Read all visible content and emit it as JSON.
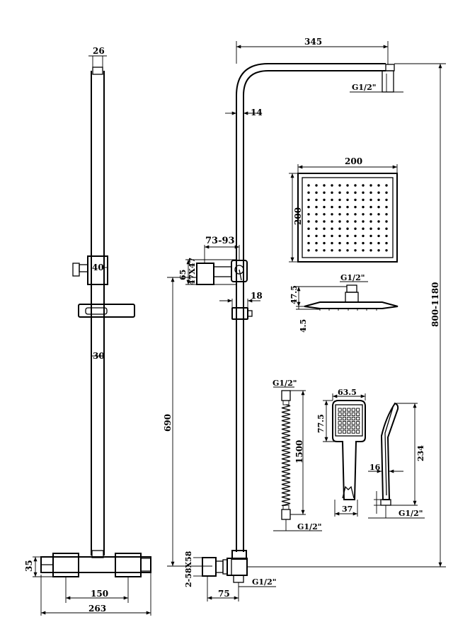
{
  "dimensions": {
    "riser_top_width": "26",
    "bracket_width": "40",
    "riser_diameter": "30",
    "valve_height": "35",
    "valve_centres": "150",
    "valve_width": "263",
    "arm_length": "345",
    "arm_connection": "G1/2\"",
    "pipe_diameter": "14",
    "bracket_projection": "73-93",
    "bracket_section": "47X47",
    "bracket_height": "65",
    "holder_width": "18",
    "riser_to_valve": "690",
    "overall_height": "800-1180",
    "inlet_spec": "2-58X58",
    "inlet_projection": "75",
    "outlet_connection": "G1/2\"",
    "head_width": "200",
    "head_depth": "200",
    "head_connection": "G1/2\"",
    "head_neck_height": "47.5",
    "head_thickness": "4.5",
    "hose_top_connection": "G1/2\"",
    "hose_length": "1500",
    "hose_bottom_connection": "G1/2\"",
    "handset_width": "63.5",
    "handset_face_height": "77.5",
    "handset_base_width": "37",
    "handset_length": "234",
    "handset_depth": "16",
    "handset_connection": "G1/2\""
  }
}
